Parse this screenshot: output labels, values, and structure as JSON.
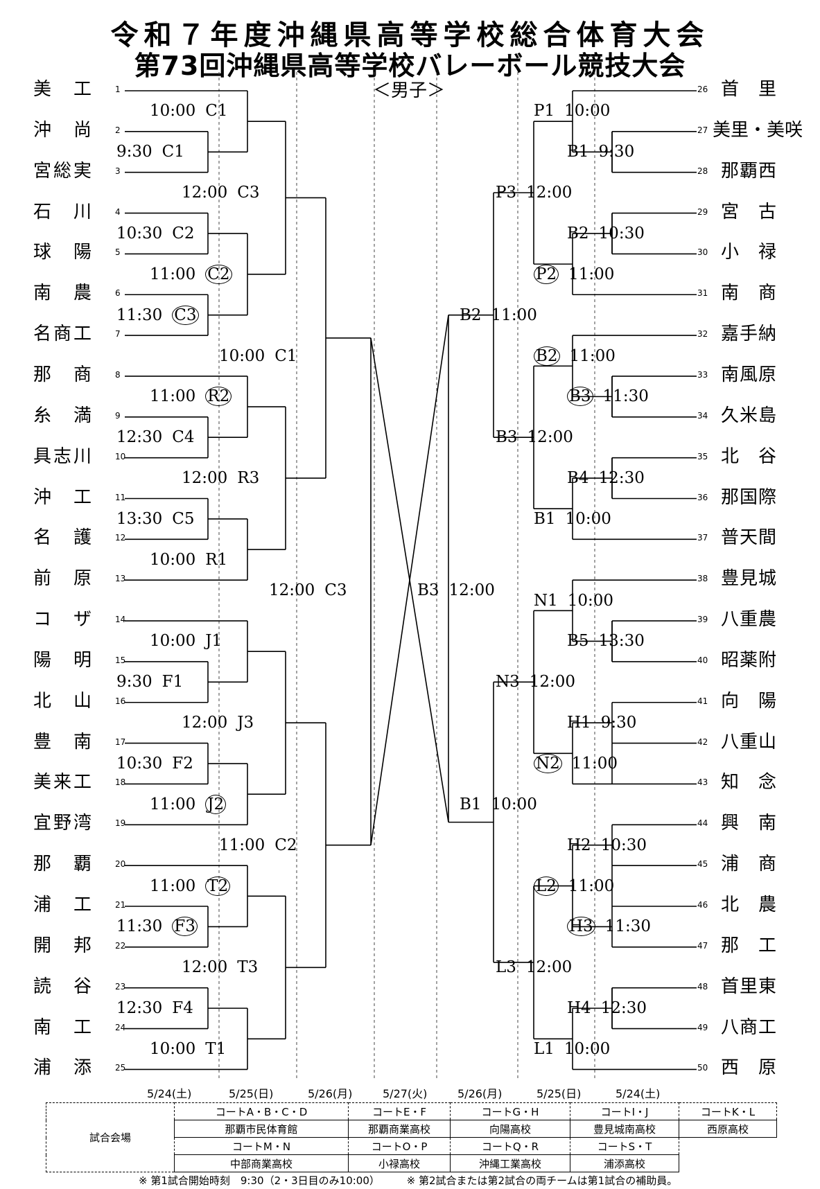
{
  "title": {
    "line1": "令和７年度沖縄県高等学校総合体育大会",
    "line2": "第73回沖縄県高等学校バレーボール競技大会",
    "division": "＜男子＞"
  },
  "teams_left": [
    "美 工",
    "沖 尚",
    "宮総実",
    "石 川",
    "球 陽",
    "南 農",
    "名商工",
    "那 商",
    "糸 満",
    "具志川",
    "沖 工",
    "名 護",
    "前 原",
    "コ ザ",
    "陽 明",
    "北 山",
    "豊 南",
    "美来工",
    "宜野湾",
    "那 覇",
    "浦 工",
    "開 邦",
    "読 谷",
    "南 工",
    "浦 添"
  ],
  "teams_right": [
    "首 里",
    "美里・美咲",
    "那覇西",
    "宮 古",
    "小 禄",
    "南 商",
    "嘉手納",
    "南風原",
    "久米島",
    "北 谷",
    "那国際",
    "普天間",
    "豊見城",
    "八重農",
    "昭薬附",
    "向 陽",
    "八重山",
    "知 念",
    "興 南",
    "浦 商",
    "北 農",
    "那 工",
    "首里東",
    "八商工",
    "西 原"
  ],
  "numbers_left": [
    "1",
    "2",
    "3",
    "4",
    "5",
    "6",
    "7",
    "8",
    "9",
    "10",
    "11",
    "12",
    "13",
    "14",
    "15",
    "16",
    "17",
    "18",
    "19",
    "20",
    "21",
    "22",
    "23",
    "24",
    "25"
  ],
  "numbers_right": [
    "26",
    "27",
    "28",
    "29",
    "30",
    "31",
    "32",
    "33",
    "34",
    "35",
    "36",
    "37",
    "38",
    "39",
    "40",
    "41",
    "42",
    "43",
    "44",
    "45",
    "46",
    "47",
    "48",
    "49",
    "50"
  ],
  "matches": [
    {
      "time": "10:00",
      "code": "C1",
      "circled": false
    },
    {
      "time": "9:30",
      "code": "C1",
      "circled": false
    },
    {
      "time": "12:00",
      "code": "C3",
      "circled": false
    },
    {
      "time": "10:30",
      "code": "C2",
      "circled": false
    },
    {
      "time": "11:00",
      "code": "C2",
      "circled": true
    },
    {
      "time": "11:30",
      "code": "C3",
      "circled": true
    },
    {
      "time": "10:00",
      "code": "C1",
      "circled": false
    },
    {
      "time": "11:00",
      "code": "R2",
      "circled": true
    },
    {
      "time": "12:30",
      "code": "C4",
      "circled": false
    },
    {
      "time": "12:00",
      "code": "R3",
      "circled": false
    },
    {
      "time": "13:30",
      "code": "C5",
      "circled": false
    },
    {
      "time": "10:00",
      "code": "R1",
      "circled": false
    },
    {
      "time": "12:00",
      "code": "C3",
      "circled": false
    },
    {
      "time": "10:00",
      "code": "J1",
      "circled": false
    },
    {
      "time": "9:30",
      "code": "F1",
      "circled": false
    },
    {
      "time": "12:00",
      "code": "J3",
      "circled": false
    },
    {
      "time": "10:30",
      "code": "F2",
      "circled": false
    },
    {
      "time": "11:00",
      "code": "J2",
      "circled": true
    },
    {
      "time": "11:00",
      "code": "C2",
      "circled": false
    },
    {
      "time": "11:00",
      "code": "T2",
      "circled": true
    },
    {
      "time": "11:30",
      "code": "F3",
      "circled": true
    },
    {
      "time": "12:00",
      "code": "T3",
      "circled": false
    },
    {
      "time": "12:30",
      "code": "F4",
      "circled": false
    },
    {
      "time": "10:00",
      "code": "T1",
      "circled": false
    },
    {
      "time": "10:00",
      "code": "P1",
      "circled": false
    },
    {
      "time": "9:30",
      "code": "B1",
      "circled": false
    },
    {
      "time": "12:00",
      "code": "P3",
      "circled": false
    },
    {
      "time": "10:30",
      "code": "B2",
      "circled": false
    },
    {
      "time": "11:00",
      "code": "P2",
      "circled": true
    },
    {
      "time": "11:00",
      "code": "B2",
      "circled": false
    },
    {
      "time": "11:00",
      "code": "B2",
      "circled": true
    },
    {
      "time": "11:30",
      "code": "B3",
      "circled": true
    },
    {
      "time": "12:00",
      "code": "B3",
      "circled": false
    },
    {
      "time": "12:30",
      "code": "B4",
      "circled": false
    },
    {
      "time": "10:00",
      "code": "B1",
      "circled": false
    },
    {
      "time": "12:00",
      "code": "B3",
      "circled": false
    },
    {
      "time": "10:00",
      "code": "N1",
      "circled": false
    },
    {
      "time": "13:30",
      "code": "B5",
      "circled": false
    },
    {
      "time": "12:00",
      "code": "N3",
      "circled": false
    },
    {
      "time": "9:30",
      "code": "H1",
      "circled": false
    },
    {
      "time": "11:00",
      "code": "N2",
      "circled": true
    },
    {
      "time": "10:00",
      "code": "B1",
      "circled": false
    },
    {
      "time": "10:30",
      "code": "H2",
      "circled": false
    },
    {
      "time": "11:00",
      "code": "L2",
      "circled": true
    },
    {
      "time": "11:30",
      "code": "H3",
      "circled": true
    },
    {
      "time": "12:00",
      "code": "L3",
      "circled": false
    },
    {
      "time": "12:30",
      "code": "H4",
      "circled": false
    },
    {
      "time": "10:00",
      "code": "L1",
      "circled": false
    }
  ],
  "dates": [
    "5/24(土)",
    "5/25(日)",
    "5/26(月)",
    "5/27(火)",
    "5/26(月)",
    "5/25(日)",
    "5/24(土)"
  ],
  "venues": {
    "label": "試合会場",
    "row1": [
      {
        "court": "コートA・B・C・D",
        "venue": "那覇市民体育館"
      },
      {
        "court": "コートE・F",
        "venue": "那覇商業高校"
      },
      {
        "court": "コートG・H",
        "venue": "向陽高校"
      },
      {
        "court": "コートI・J",
        "venue": "豊見城南高校"
      },
      {
        "court": "コートK・L",
        "venue": "西原高校"
      }
    ],
    "row2": [
      {
        "court": "コートM・N",
        "venue": "中部商業高校"
      },
      {
        "court": "コートO・P",
        "venue": "小禄高校"
      },
      {
        "court": "コートQ・R",
        "venue": "沖縄工業高校"
      },
      {
        "court": "コートS・T",
        "venue": "浦添高校"
      }
    ]
  },
  "notes": [
    "※ 第1試合開始時刻　9:30（2・3日目のみ10:00）",
    "※ 第2試合または第2試合の両チームは第1試合の補助員。"
  ]
}
